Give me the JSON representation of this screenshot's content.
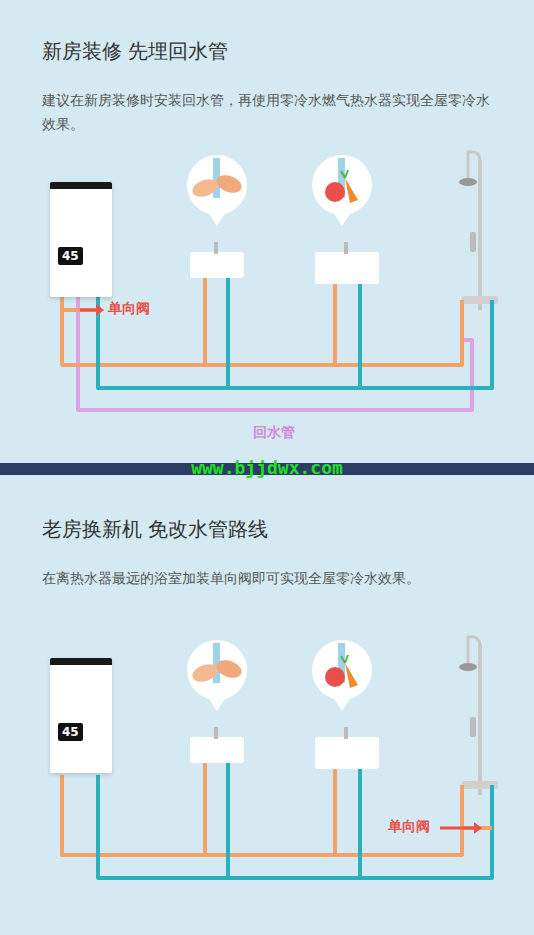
{
  "diagram": {
    "nodes": [
      {
        "text": [
          "新房装修  先埋回水管",
          "建议在新房装修时安装回水管，再使用零冷水燃气热水器实现全屋零冷水效果。"
        ]
      },
      {
        "text": [
          "45"
        ],
        "in": 0
      },
      {
        "text": [
          "老房换新机  免改水管路线",
          "在离热水器最远的浴室加装单向阀即可实现全屋零冷水效果。"
        ]
      },
      {
        "text": [
          "45"
        ],
        "in": 2
      }
    ],
    "labels": [
      "单向阀",
      "回水管",
      "www.bjjdwx.com",
      "单向阀"
    ]
  }
}
